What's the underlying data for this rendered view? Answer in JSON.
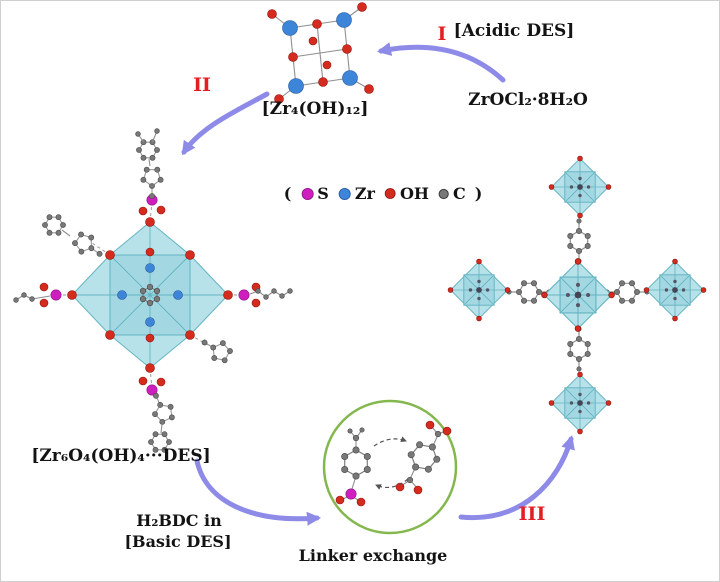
{
  "figure": {
    "type": "reaction-scheme",
    "background": "#ffffff"
  },
  "colors": {
    "arrow": "#8d8ae8",
    "step_label": "#e31e24",
    "text": "#131313",
    "polyhedra_fill": "#b8e2e9",
    "polyhedra_edge": "#63b4c2",
    "circle_green": "#84b74e",
    "sulfur": "#cf1ec0",
    "zirconium": "#3d85d9",
    "hydroxide": "#d42b1e",
    "carbon": "#787878"
  },
  "steps": [
    {
      "numeral": "I"
    },
    {
      "numeral": "II"
    },
    {
      "numeral": "III"
    }
  ],
  "labels": {
    "acidic_des": "[Acidic DES]",
    "zrocl2": "ZrOCl₂·8H₂O",
    "zr4_cluster": "[Zr₄(OH)₁₂]",
    "zr6_cluster": "[Zr₆O₄(OH)₄···DES]",
    "h2bdc_line1": "H₂BDC in",
    "h2bdc_line2": "[Basic DES]",
    "linker_exchange": "Linker exchange"
  },
  "legend": {
    "open": "(",
    "close": ")",
    "items": [
      {
        "label": "S",
        "color": "#cf1ec0"
      },
      {
        "label": "Zr",
        "color": "#3d85d9"
      },
      {
        "label": "OH",
        "color": "#d42b1e"
      },
      {
        "label": "C",
        "color": "#787878"
      }
    ]
  }
}
